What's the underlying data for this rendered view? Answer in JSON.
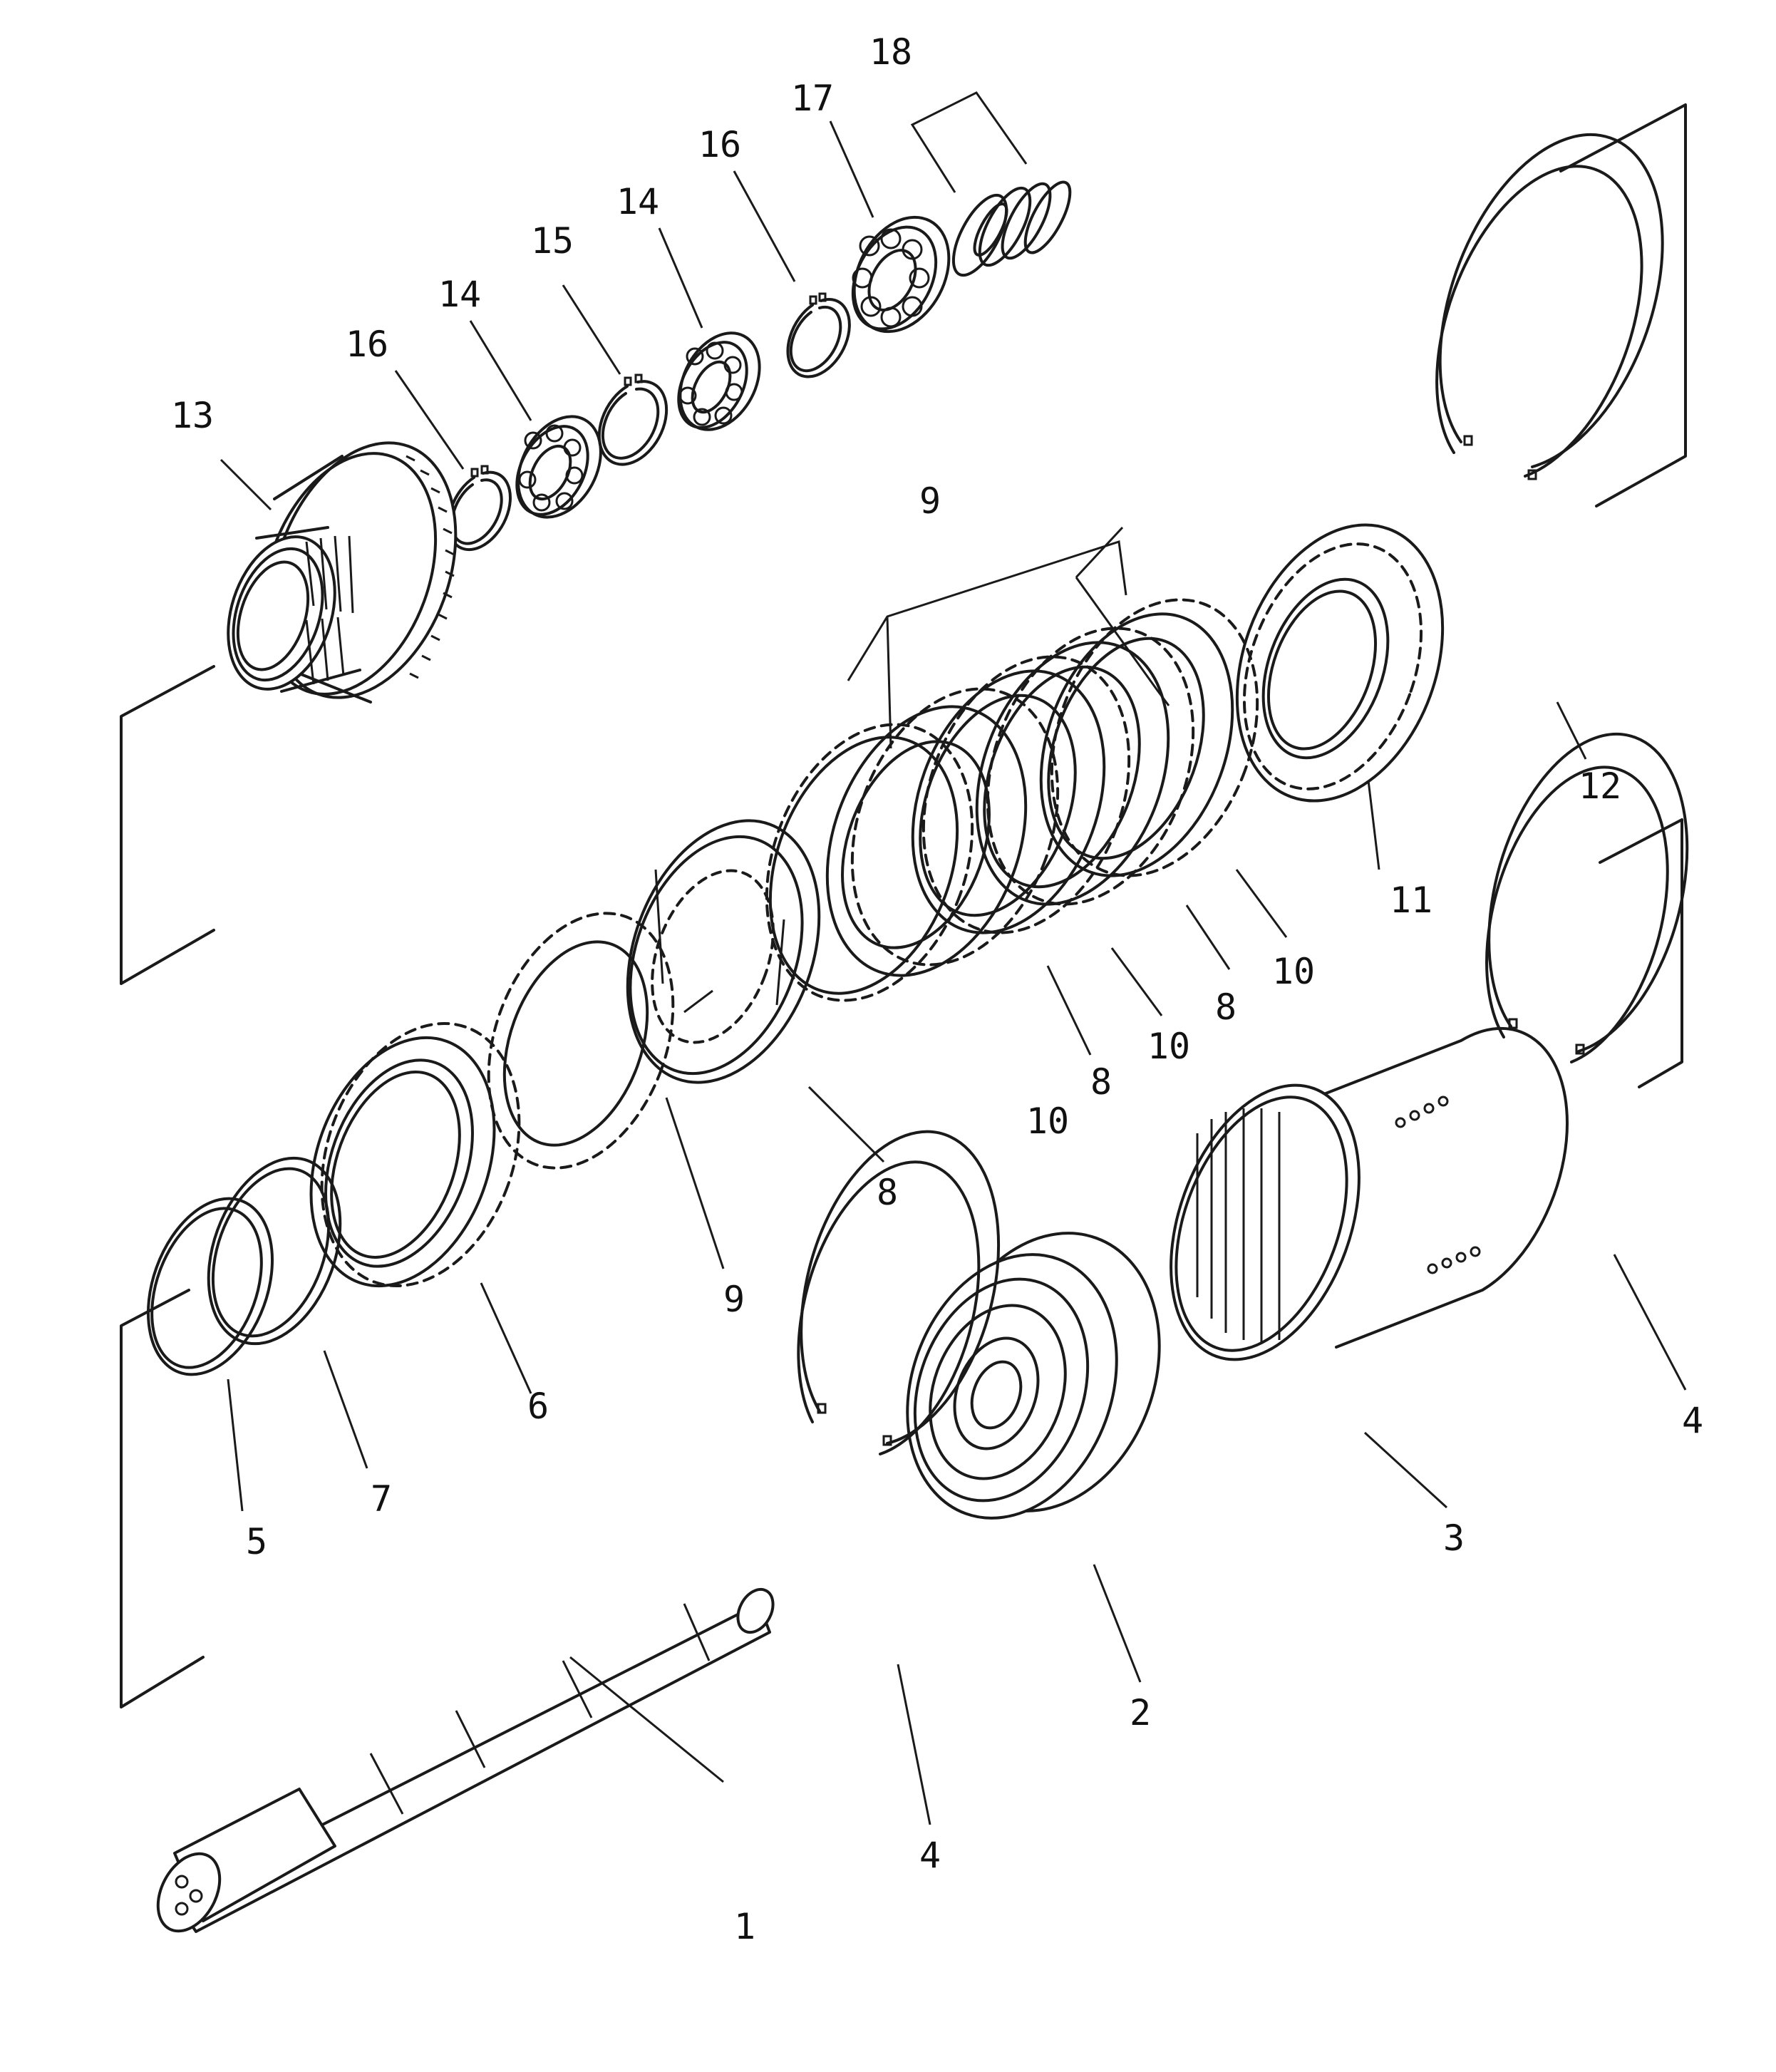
{
  "diagram": {
    "type": "exploded parts diagram",
    "line_color": "#1a1a1a",
    "background": "#ffffff",
    "callouts": [
      {
        "id": "c1",
        "label": "1"
      },
      {
        "id": "c2",
        "label": "2"
      },
      {
        "id": "c3",
        "label": "3"
      },
      {
        "id": "c4a",
        "label": "4"
      },
      {
        "id": "c4b",
        "label": "4"
      },
      {
        "id": "c5",
        "label": "5"
      },
      {
        "id": "c6",
        "label": "6"
      },
      {
        "id": "c7",
        "label": "7"
      },
      {
        "id": "c8a",
        "label": "8"
      },
      {
        "id": "c8b",
        "label": "8"
      },
      {
        "id": "c8c",
        "label": "8"
      },
      {
        "id": "c9a",
        "label": "9"
      },
      {
        "id": "c9b",
        "label": "9"
      },
      {
        "id": "c10a",
        "label": "10"
      },
      {
        "id": "c10b",
        "label": "10"
      },
      {
        "id": "c10c",
        "label": "10"
      },
      {
        "id": "c11",
        "label": "11"
      },
      {
        "id": "c12",
        "label": "12"
      },
      {
        "id": "c13",
        "label": "13"
      },
      {
        "id": "c14a",
        "label": "14"
      },
      {
        "id": "c14b",
        "label": "14"
      },
      {
        "id": "c15",
        "label": "15"
      },
      {
        "id": "c16a",
        "label": "16"
      },
      {
        "id": "c16b",
        "label": "16"
      },
      {
        "id": "c17",
        "label": "17"
      },
      {
        "id": "c18",
        "label": "18"
      }
    ]
  }
}
